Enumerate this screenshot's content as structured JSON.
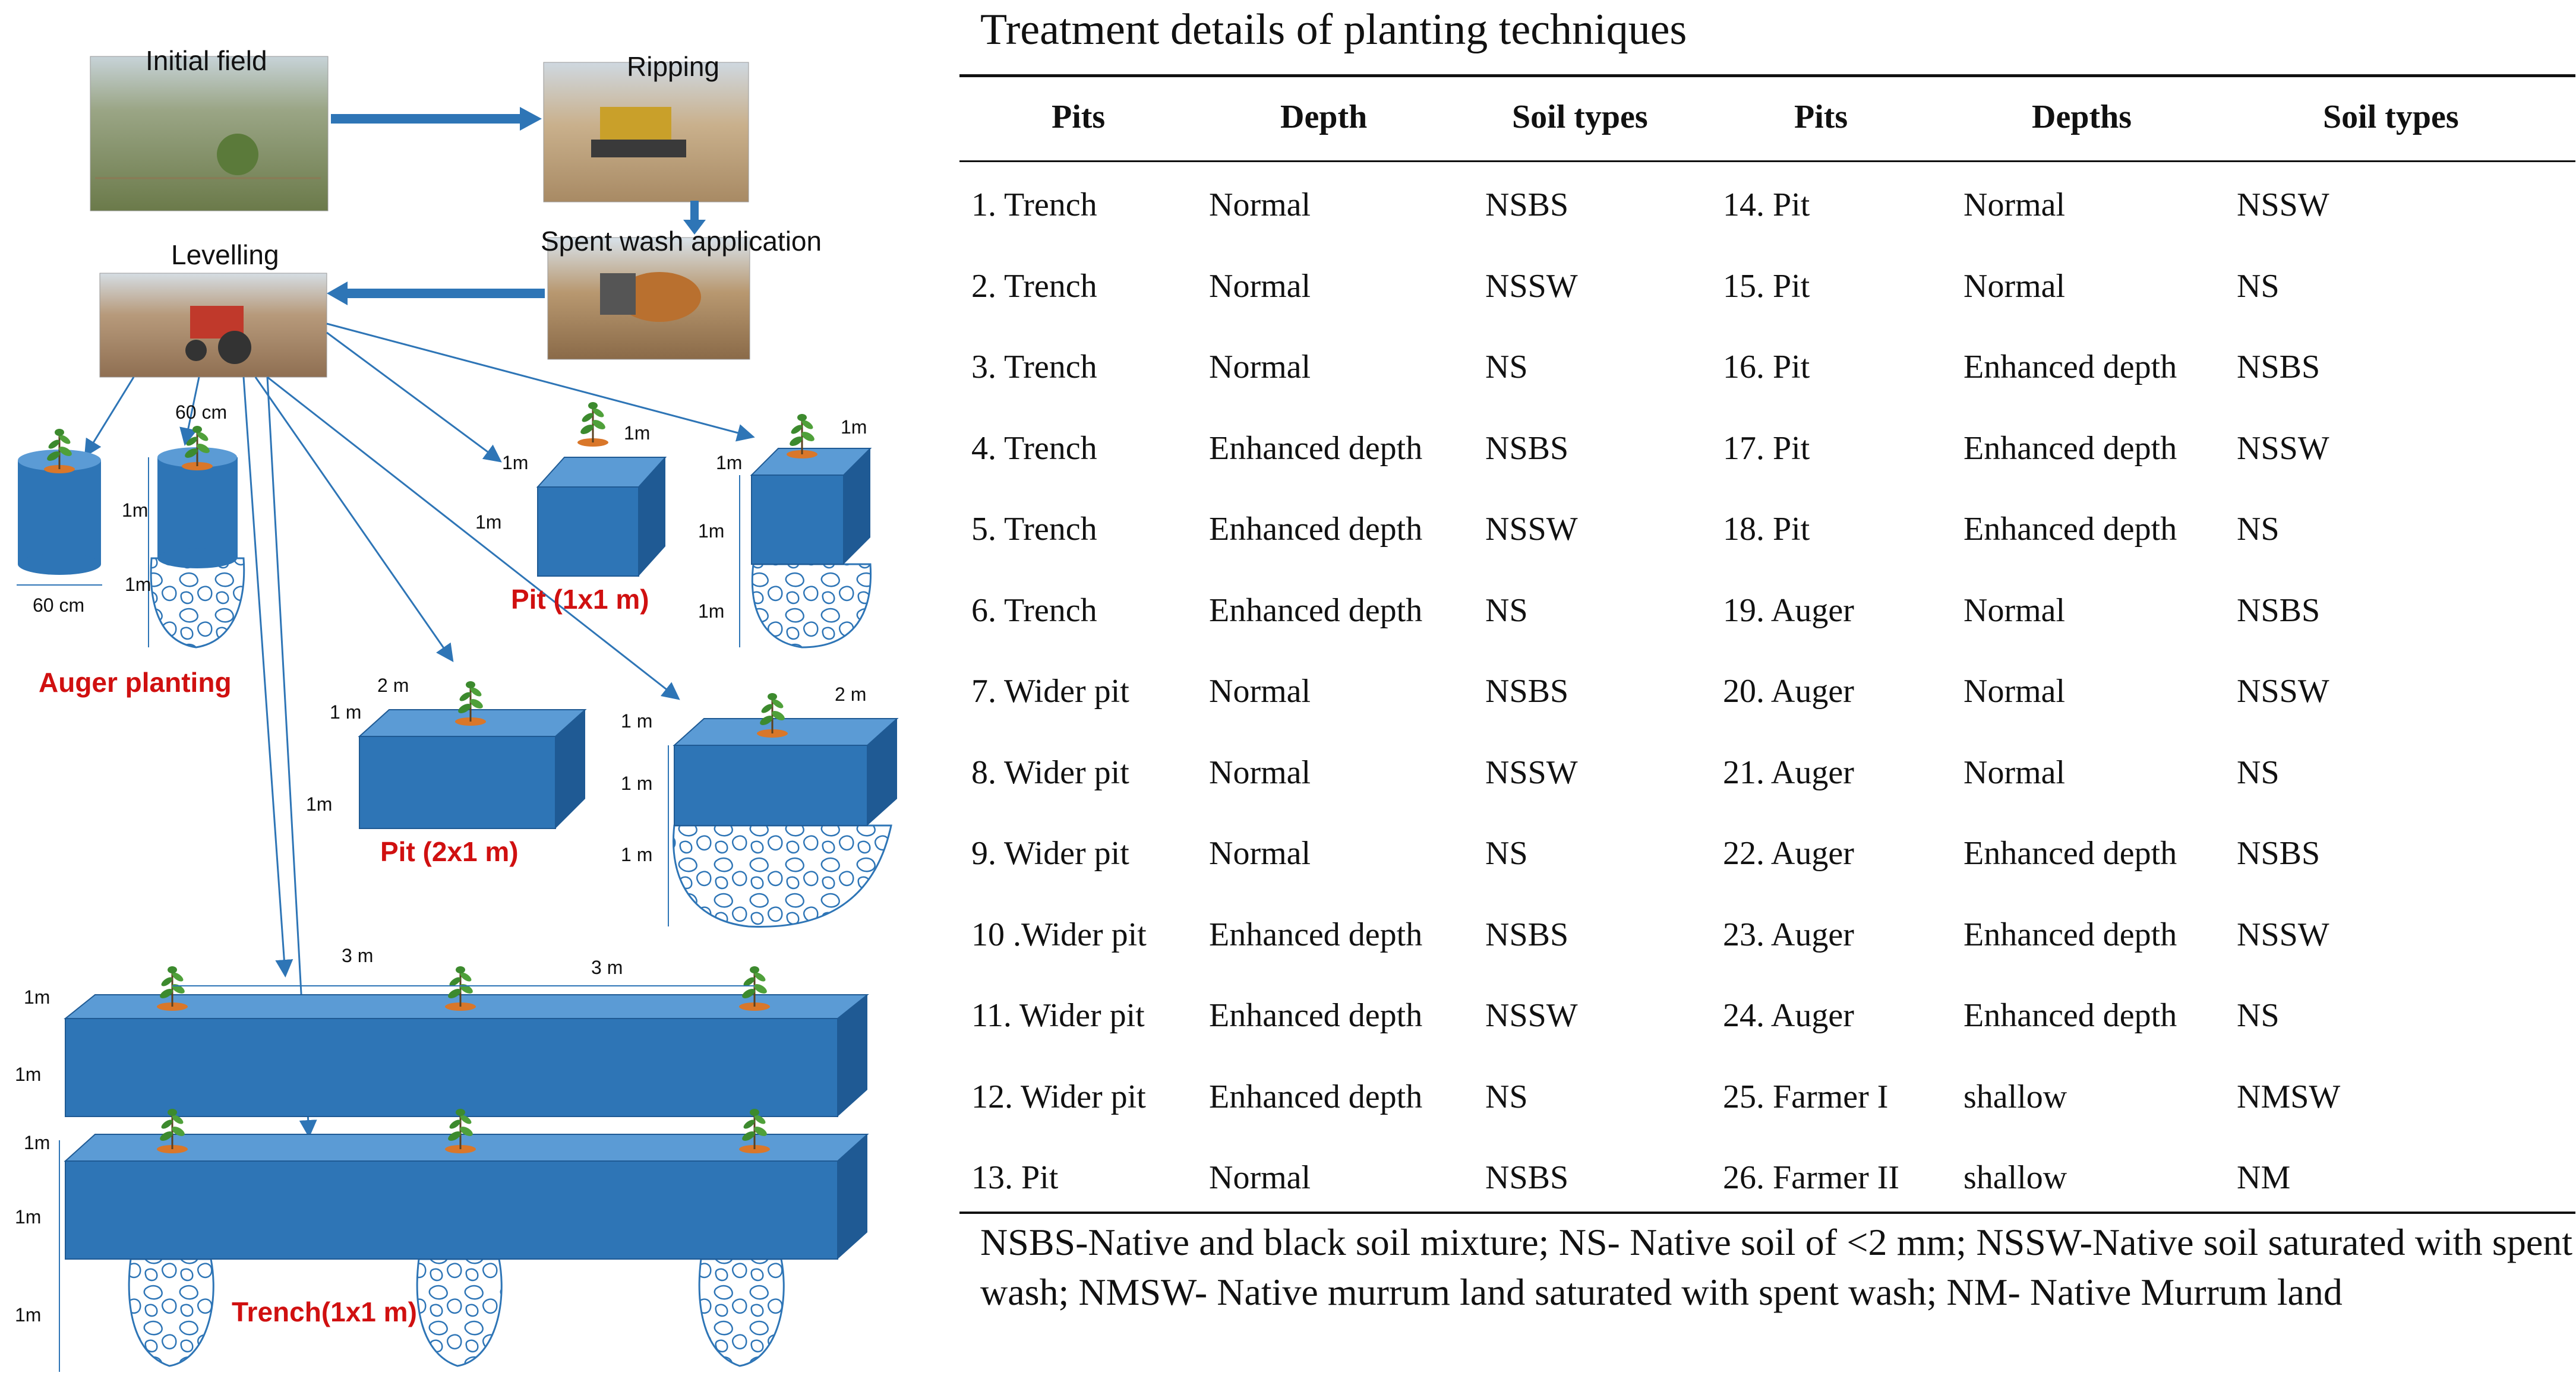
{
  "diagram": {
    "steps": {
      "initial_field": "Initial field",
      "ripping": "Ripping",
      "spent_wash": "Spent wash application",
      "levelling": "Levelling"
    },
    "labels": {
      "auger": "Auger planting",
      "pit1": "Pit (1x1 m)",
      "pit2": "Pit (2x1 m)",
      "trench": "Trench(1x1 m)"
    },
    "dims": {
      "one_m": "1m",
      "one_m_spaced": "1 m",
      "sixty": "60 cm",
      "two_m": "2 m",
      "three_m": "3 m"
    }
  },
  "table": {
    "title": "Treatment details of planting techniques",
    "headers": [
      "Pits",
      "Depth",
      "Soil types",
      "Pits",
      "Depths",
      "Soil types"
    ],
    "rows": [
      [
        "1. Trench",
        "Normal",
        "NSBS",
        "14. Pit",
        "Normal",
        "NSSW"
      ],
      [
        "2. Trench",
        "Normal",
        "NSSW",
        "15. Pit",
        "Normal",
        "NS"
      ],
      [
        "3. Trench",
        "Normal",
        "NS",
        "16. Pit",
        "Enhanced depth",
        "NSBS"
      ],
      [
        "4. Trench",
        "Enhanced depth",
        "NSBS",
        "17. Pit",
        "Enhanced depth",
        "NSSW"
      ],
      [
        "5. Trench",
        "Enhanced depth",
        "NSSW",
        "18. Pit",
        "Enhanced depth",
        "NS"
      ],
      [
        "6. Trench",
        "Enhanced depth",
        "NS",
        "19. Auger",
        "Normal",
        "NSBS"
      ],
      [
        "7. Wider pit",
        "Normal",
        "NSBS",
        "20. Auger",
        "Normal",
        "NSSW"
      ],
      [
        "8. Wider pit",
        "Normal",
        "NSSW",
        "21. Auger",
        "Normal",
        "NS"
      ],
      [
        "9. Wider pit",
        "Normal",
        "NS",
        "22. Auger",
        "Enhanced depth",
        "NSBS"
      ],
      [
        "10 .Wider pit",
        "Enhanced depth",
        "NSBS",
        "23. Auger",
        "Enhanced depth",
        "NSSW"
      ],
      [
        "11. Wider pit",
        "Enhanced depth",
        "NSSW",
        "24. Auger",
        "Enhanced depth",
        "NS"
      ],
      [
        "12. Wider pit",
        "Enhanced depth",
        "NS",
        "25. Farmer I",
        "shallow",
        "NMSW"
      ],
      [
        "13. Pit",
        "Normal",
        "NSBS",
        "26. Farmer II",
        "shallow",
        "NM"
      ]
    ],
    "footnote": "NSBS-Native and black soil mixture; NS- Native soil of <2 mm; NSSW-Native soil saturated with spent wash; NMSW- Native murrum land saturated with spent wash; NM- Native Murrum land"
  },
  "colors": {
    "box_blue": "#2e75b6",
    "box_dark": "#1f5a94",
    "arrow_blue": "#2e75b6",
    "label_red": "#d01010",
    "soil_orange": "#d9772a",
    "plant_green": "#3c8a2e"
  }
}
